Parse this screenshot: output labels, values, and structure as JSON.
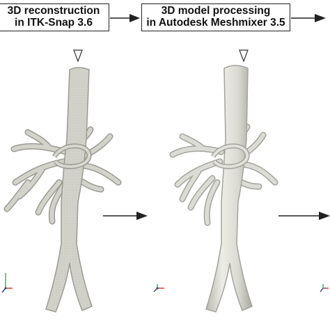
{
  "steps": [
    {
      "line1": "3D reconstruction",
      "line2": "in ITK-Snap 3.6"
    },
    {
      "line1": "3D model processing",
      "line2": "in Autodesk Meshmixer 3.5"
    }
  ],
  "colors": {
    "vessel_fill": "#dcdcd6",
    "vessel_stroke": "#9a9a92",
    "vessel_raw_fill": "#d3d3cc",
    "arrow": "#222222",
    "axis_x": "#c0392b",
    "axis_y": "#27ae60",
    "axis_z": "#2c3e90"
  },
  "icons": {
    "flow_arrow": "arrow-right-icon",
    "pointer": "triangle-down-icon",
    "axes": "xyz-axes-icon"
  }
}
